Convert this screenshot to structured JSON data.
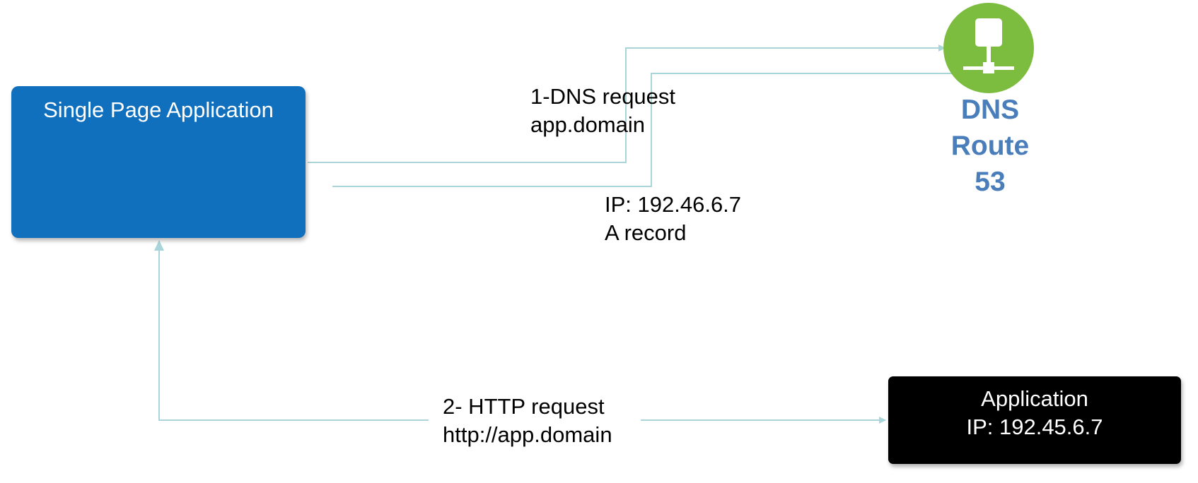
{
  "spa": {
    "label": "Single Page Application",
    "color": "#1170bd"
  },
  "dns": {
    "line1": "DNS",
    "line2": "Route",
    "line3": "53",
    "icon": "network-server-icon",
    "icon_color": "#7cbc3e",
    "text_color": "#4a7ebb"
  },
  "app": {
    "line1": "Application",
    "line2": "IP: 192.45.6.7"
  },
  "edges": {
    "dns_request": {
      "line1": "1-DNS request",
      "line2": "app.domain"
    },
    "dns_response": {
      "line1": "IP: 192.46.6.7",
      "line2": "A record"
    },
    "http_request": {
      "line1": "2- HTTP request",
      "line2": "http://app.domain"
    }
  },
  "connector_color": "#a9d5da"
}
